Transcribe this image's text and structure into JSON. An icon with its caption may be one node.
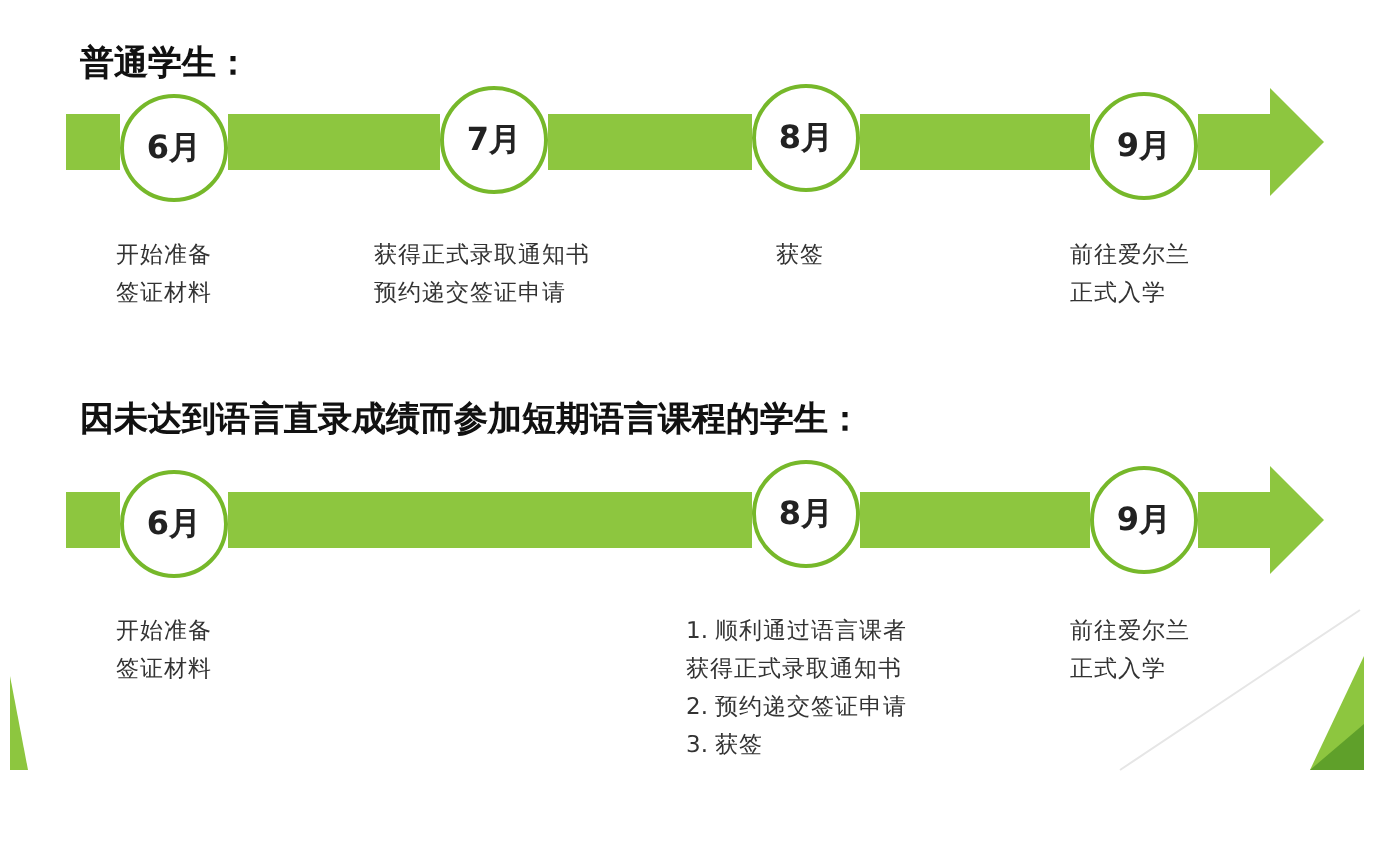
{
  "diagram": {
    "nodes": [
      {
        "text": [
          "6月"
        ],
        "beside": [
          "开始准备签证材料"
        ]
      },
      {
        "text": [
          "7月"
        ],
        "beside": [
          "获得正式录取通知书预约递交签证申请"
        ]
      },
      {
        "text": [
          "8月"
        ],
        "beside": [
          "获签"
        ]
      },
      {
        "text": [
          "9月"
        ],
        "beside": [
          "前往爱尔兰正式入学"
        ]
      },
      {
        "text": [
          "6月"
        ],
        "beside": [
          "开始准备签证材料"
        ]
      },
      {
        "text": [
          "8月"
        ],
        "beside": [
          "1. 顺利通过语言课者获得正式录取通知书",
          "2. 预约递交签证申请",
          "3. 获签"
        ]
      },
      {
        "text": [
          "9月"
        ],
        "beside": [
          "前往爱尔兰正式入学"
        ]
      }
    ],
    "edges": [
      {
        "from": null,
        "to": 0,
        "arrow": "none"
      },
      {
        "from": 0,
        "to": 1,
        "arrow": "none"
      },
      {
        "from": 1,
        "to": 2,
        "arrow": "none"
      },
      {
        "from": 2,
        "to": 3,
        "arrow": "none"
      },
      {
        "from": 3,
        "to": null,
        "arrow": "to"
      },
      {
        "from": null,
        "to": 4,
        "arrow": "none"
      },
      {
        "from": 4,
        "to": 5,
        "arrow": "none"
      },
      {
        "from": 5,
        "to": 6,
        "arrow": "none"
      },
      {
        "from": 6,
        "to": null,
        "arrow": "to"
      }
    ],
    "labels": [
      "普通学生：",
      "因未达到语言直录成绩而参加短期语言课程的学生："
    ]
  }
}
